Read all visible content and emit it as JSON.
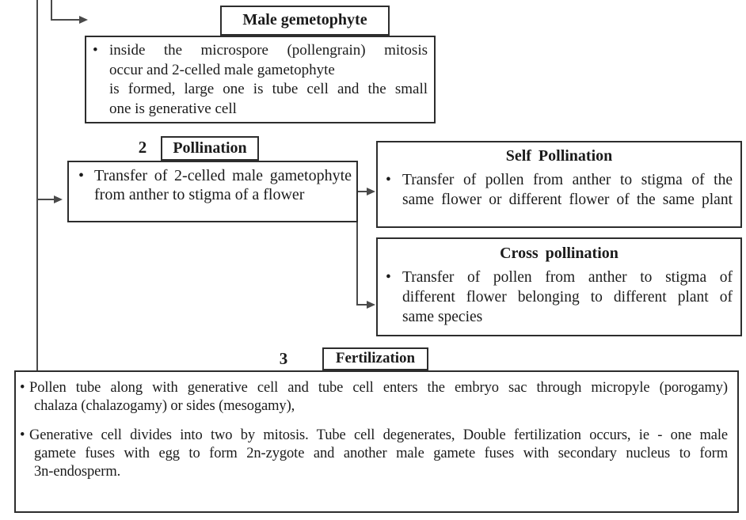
{
  "glyphs": {
    "bullet": "•"
  },
  "colors": {
    "background": "#ffffff",
    "box_border": "#2d2d2d",
    "text": "#1b1b1b",
    "connector": "#4a4a4a"
  },
  "male_gametophyte": {
    "title": "Male gemetophyte",
    "lines": [
      "inside the microspore (pollengrain) mitosis",
      "occur and 2-celled male gametophyte",
      "is formed, large one is tube cell and the small",
      "one is generative cell"
    ]
  },
  "pollination": {
    "step_number": "2",
    "title": "Pollination",
    "lines": [
      "Transfer of 2-celled male gametophyte",
      "from anther to stigma of a flower"
    ]
  },
  "self_pollination": {
    "title": "Self Pollination",
    "lines": [
      "Transfer of pollen from anther to stigma of the",
      "same flower or different flower of the same plant"
    ]
  },
  "cross_pollination": {
    "title": "Cross pollination",
    "lines": [
      "Transfer of pollen from anther to stigma of",
      "different flower belonging to different plant of",
      "same species"
    ]
  },
  "fertilization": {
    "step_number": "3",
    "title": "Fertilization",
    "point1_lines": [
      "Pollen tube along with generative cell and tube cell enters the embryo sac through micropyle (porogamy)",
      "chalaza (chalazogamy) or sides (mesogamy),"
    ],
    "point2_lines": [
      "Generative cell divides into two by mitosis. Tube cell degenerates, Double fertilization occurs, ie - one male",
      "gamete fuses with egg to form 2n-zygote and another male gamete fuses with secondary nucleus to form",
      "3n-endosperm."
    ]
  }
}
